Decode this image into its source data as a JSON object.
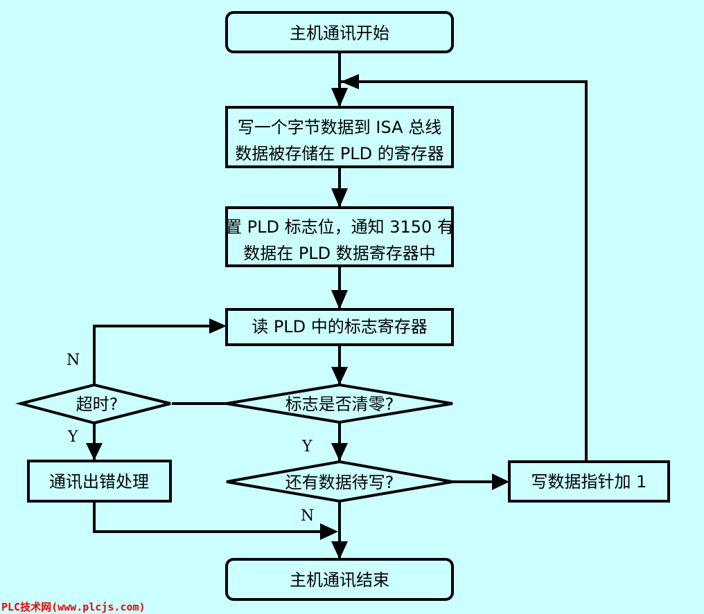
{
  "nodes": {
    "start": "主机通讯开始",
    "write_byte_line1": "写一个字节数据到 ISA 总线",
    "write_byte_line2": "数据被存储在 PLD 的寄存器",
    "set_flag_line1": "置 PLD 标志位，通知 3150 有",
    "set_flag_line2": "数据在 PLD 数据寄存器中",
    "read_flag": "读 PLD 中的标志寄存器",
    "flag_cleared": "标志是否清零?",
    "more_data": "还有数据待写?",
    "timeout": "超时?",
    "error_handling": "通讯出错处理",
    "increment_pointer": "写数据指针加 1",
    "end": "主机通讯结束"
  },
  "edge_labels": {
    "timeout_no": "N",
    "timeout_yes": "Y",
    "flag_yes": "Y",
    "more_no": "N"
  },
  "watermark": "PLC技术网(www.plcjs.com)",
  "colors": {
    "background": "#ccffff",
    "stroke": "#000000",
    "watermark": "#ee0000"
  }
}
